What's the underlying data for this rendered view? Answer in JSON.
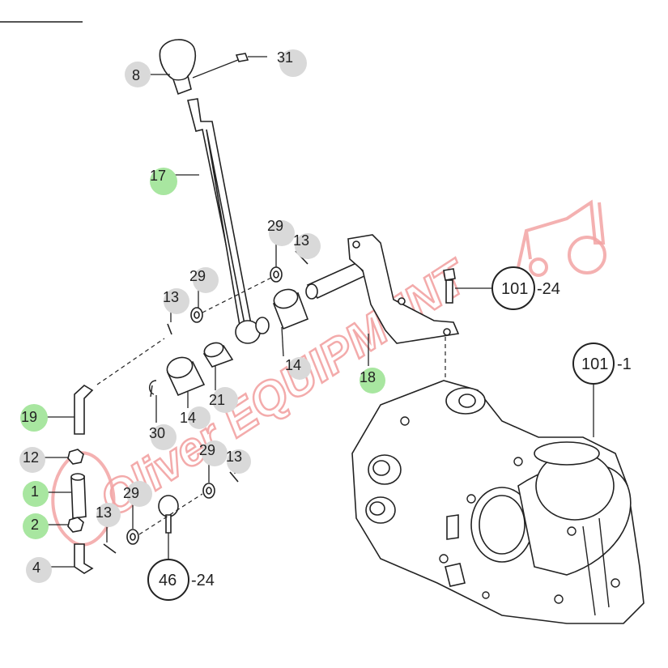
{
  "watermark": {
    "brand_text": "Oliver EQUIPMENT",
    "color": "#f2a3a3"
  },
  "colors": {
    "callout_grey": "#d9d9d9",
    "callout_green": "#a8e6a0",
    "line": "#222222"
  },
  "callouts": [
    {
      "id": "8",
      "text": "8",
      "style": "grey"
    },
    {
      "id": "31",
      "text": "31",
      "style": "grey"
    },
    {
      "id": "17",
      "text": "17",
      "style": "green"
    },
    {
      "id": "29a",
      "text": "29",
      "style": "grey"
    },
    {
      "id": "13a",
      "text": "13",
      "style": "grey"
    },
    {
      "id": "29b",
      "text": "29",
      "style": "grey"
    },
    {
      "id": "13b",
      "text": "13",
      "style": "grey"
    },
    {
      "id": "101-24",
      "text": "101",
      "suffix": "-24",
      "style": "circle"
    },
    {
      "id": "101-1",
      "text": "101",
      "suffix": "-1",
      "style": "circle"
    },
    {
      "id": "14a",
      "text": "14",
      "style": "grey"
    },
    {
      "id": "18",
      "text": "18",
      "style": "green"
    },
    {
      "id": "21",
      "text": "21",
      "style": "grey"
    },
    {
      "id": "14b",
      "text": "14",
      "style": "grey"
    },
    {
      "id": "30",
      "text": "30",
      "style": "grey"
    },
    {
      "id": "19",
      "text": "19",
      "style": "green"
    },
    {
      "id": "12",
      "text": "12",
      "style": "grey"
    },
    {
      "id": "29c",
      "text": "29",
      "style": "grey"
    },
    {
      "id": "13c",
      "text": "13",
      "style": "grey"
    },
    {
      "id": "1",
      "text": "1",
      "style": "green"
    },
    {
      "id": "29d",
      "text": "29",
      "style": "grey"
    },
    {
      "id": "13d",
      "text": "13",
      "style": "grey"
    },
    {
      "id": "2",
      "text": "2",
      "style": "green"
    },
    {
      "id": "4",
      "text": "4",
      "style": "grey"
    },
    {
      "id": "46-24",
      "text": "46",
      "suffix": "-24",
      "style": "circle"
    }
  ]
}
